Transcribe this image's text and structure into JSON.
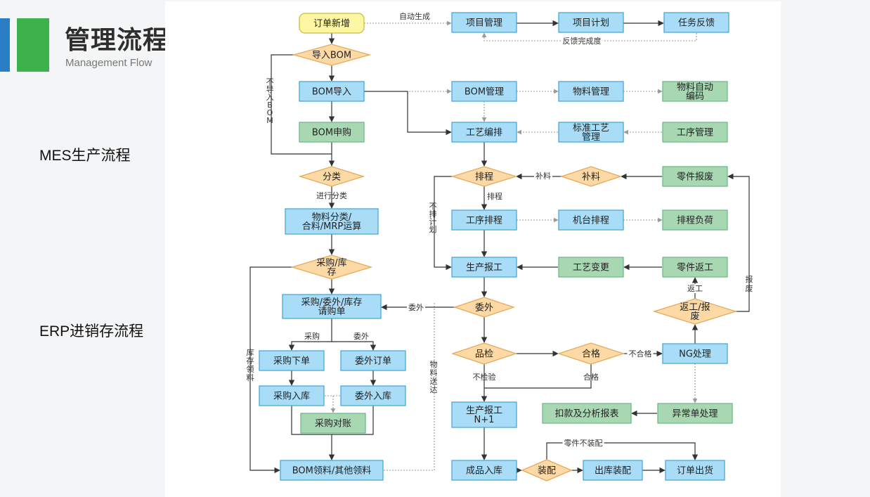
{
  "header": {
    "title": "管理流程图",
    "subtitle": "Management Flow",
    "accent_blue": "#2a7fc4",
    "accent_green": "#3db24a"
  },
  "side_labels": {
    "mes": "MES生产流程",
    "erp": "ERP进销存流程"
  },
  "colors": {
    "blue_fill": "#a9dcf6",
    "blue_border": "#4aa8d8",
    "green_fill": "#a8d8b2",
    "green_border": "#6fb98a",
    "yellow_fill": "#fdf6a3",
    "yellow_border": "#c9bc44",
    "orange_fill": "#fcd9a5",
    "orange_border": "#e6a95b",
    "line": "#333333",
    "dotted": "#999999"
  },
  "nodes": [
    {
      "id": "order_add",
      "name": "order-new-node",
      "kind": "yellow",
      "label": [
        "订单新增"
      ]
    },
    {
      "id": "import_bom",
      "name": "import-bom-decision",
      "kind": "diamond",
      "label": [
        "导入BOM"
      ]
    },
    {
      "id": "bom_import",
      "name": "bom-import-node",
      "kind": "blue",
      "label": [
        "BOM导入"
      ]
    },
    {
      "id": "bom_purchase",
      "name": "bom-purchase-node",
      "kind": "green",
      "label": [
        "BOM申购"
      ]
    },
    {
      "id": "classify",
      "name": "classify-decision",
      "kind": "diamond",
      "label": [
        "分类"
      ]
    },
    {
      "id": "mrp",
      "name": "material-classify-mrp-node",
      "kind": "blue",
      "label": [
        "物料分类/",
        "合料/MRP运算"
      ]
    },
    {
      "id": "pur_stock",
      "name": "purchase-stock-decision",
      "kind": "diamond",
      "label": [
        "采购/库",
        "存"
      ]
    },
    {
      "id": "pur_req",
      "name": "purchase-request-node",
      "kind": "blue",
      "label": [
        "采购/委外/库存",
        "请购单"
      ]
    },
    {
      "id": "pur_order",
      "name": "purchase-order-node",
      "kind": "blue",
      "label": [
        "采购下单"
      ]
    },
    {
      "id": "out_order",
      "name": "outsource-order-node",
      "kind": "blue",
      "label": [
        "委外订单"
      ]
    },
    {
      "id": "pur_in",
      "name": "purchase-inbound-node",
      "kind": "blue",
      "label": [
        "采购入库"
      ]
    },
    {
      "id": "out_in",
      "name": "outsource-inbound-node",
      "kind": "blue",
      "label": [
        "委外入库"
      ]
    },
    {
      "id": "pur_check",
      "name": "purchase-reconcile-node",
      "kind": "green",
      "label": [
        "采购对账"
      ]
    },
    {
      "id": "bom_pick",
      "name": "bom-picking-node",
      "kind": "blue",
      "label": [
        "BOM领料/其他领料"
      ]
    },
    {
      "id": "proj_mgmt",
      "name": "project-management-node",
      "kind": "blue",
      "label": [
        "项目管理"
      ]
    },
    {
      "id": "proj_plan",
      "name": "project-plan-node",
      "kind": "blue",
      "label": [
        "项目计划"
      ]
    },
    {
      "id": "task_fb",
      "name": "task-feedback-node",
      "kind": "blue",
      "label": [
        "任务反馈"
      ]
    },
    {
      "id": "bom_mgmt",
      "name": "bom-management-node",
      "kind": "blue",
      "label": [
        "BOM管理"
      ]
    },
    {
      "id": "mat_mgmt",
      "name": "material-management-node",
      "kind": "blue",
      "label": [
        "物料管理"
      ]
    },
    {
      "id": "mat_code",
      "name": "material-auto-code-node",
      "kind": "green",
      "label": [
        "物料自动",
        "编码"
      ]
    },
    {
      "id": "craft",
      "name": "craft-arrange-node",
      "kind": "blue",
      "label": [
        "工艺编排"
      ]
    },
    {
      "id": "std_craft",
      "name": "standard-craft-node",
      "kind": "blue",
      "label": [
        "标准工艺",
        "管理"
      ]
    },
    {
      "id": "proc_mgmt",
      "name": "process-management-node",
      "kind": "green",
      "label": [
        "工序管理"
      ]
    },
    {
      "id": "schedule",
      "name": "schedule-decision",
      "kind": "diamond",
      "label": [
        "排程"
      ]
    },
    {
      "id": "supplement",
      "name": "supplement-decision",
      "kind": "diamond",
      "label": [
        "补料"
      ]
    },
    {
      "id": "part_scrap",
      "name": "part-scrap-node",
      "kind": "green",
      "label": [
        "零件报废"
      ]
    },
    {
      "id": "proc_sched",
      "name": "process-schedule-node",
      "kind": "blue",
      "label": [
        "工序排程"
      ]
    },
    {
      "id": "machine_sched",
      "name": "machine-schedule-node",
      "kind": "blue",
      "label": [
        "机台排程"
      ]
    },
    {
      "id": "sched_load",
      "name": "schedule-load-node",
      "kind": "green",
      "label": [
        "排程负荷"
      ]
    },
    {
      "id": "prod_report",
      "name": "production-report-node",
      "kind": "blue",
      "label": [
        "生产报工"
      ]
    },
    {
      "id": "craft_change",
      "name": "craft-change-node",
      "kind": "green",
      "label": [
        "工艺变更"
      ]
    },
    {
      "id": "part_rework",
      "name": "part-rework-node",
      "kind": "green",
      "label": [
        "零件返工"
      ]
    },
    {
      "id": "outsource",
      "name": "outsource-decision",
      "kind": "diamond",
      "label": [
        "委外"
      ]
    },
    {
      "id": "rework_scrap",
      "name": "rework-scrap-decision",
      "kind": "diamond",
      "label": [
        "返工/报",
        "废"
      ]
    },
    {
      "id": "qc",
      "name": "quality-check-decision",
      "kind": "diamond",
      "label": [
        "品检"
      ]
    },
    {
      "id": "qualified",
      "name": "qualified-decision",
      "kind": "diamond",
      "label": [
        "合格"
      ]
    },
    {
      "id": "ng",
      "name": "ng-handling-node",
      "kind": "blue",
      "label": [
        "NG处理"
      ]
    },
    {
      "id": "prod_report_n1",
      "name": "production-report-n1-node",
      "kind": "blue",
      "label": [
        "生产报工",
        "N+1"
      ]
    },
    {
      "id": "exception",
      "name": "exception-handling-node",
      "kind": "green",
      "label": [
        "异常单处理"
      ]
    },
    {
      "id": "deduct",
      "name": "deduction-report-node",
      "kind": "green",
      "label": [
        "扣款及分析报表"
      ]
    },
    {
      "id": "fg_in",
      "name": "finished-goods-inbound-node",
      "kind": "blue",
      "label": [
        "成品入库"
      ]
    },
    {
      "id": "assemble",
      "name": "assembly-decision",
      "kind": "diamond",
      "label": [
        "装配"
      ]
    },
    {
      "id": "out_assemble",
      "name": "outbound-assembly-node",
      "kind": "blue",
      "label": [
        "出库装配"
      ]
    },
    {
      "id": "ship",
      "name": "order-shipment-node",
      "kind": "blue",
      "label": [
        "订单出货"
      ]
    }
  ],
  "edge_labels": {
    "auto_generate": "自动生成",
    "feedback_done": "反馈完成度",
    "no_import_bom": "不导入BOM",
    "do_classify": "进行分类",
    "purchase": "采购",
    "outsource": "委外",
    "stock_pick": "库存领料",
    "material_deliver": "物料送达",
    "no_schedule": "不排计划",
    "supplement": "补料",
    "schedule": "排程",
    "outsource_left": "委外",
    "rework": "返工",
    "scrap": "报废",
    "unqualified": "不合格",
    "no_check": "不检验",
    "qualified": "合格",
    "part_no_assemble": "零件不装配"
  }
}
